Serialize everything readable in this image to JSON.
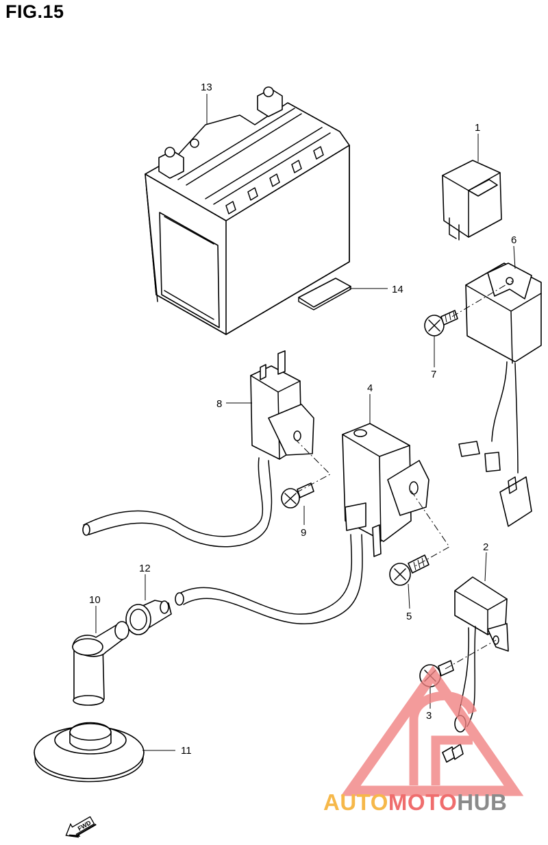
{
  "figure": {
    "title": "FIG.15"
  },
  "callouts": [
    {
      "number": "1"
    },
    {
      "number": "2"
    },
    {
      "number": "3"
    },
    {
      "number": "4"
    },
    {
      "number": "5"
    },
    {
      "number": "6"
    },
    {
      "number": "7"
    },
    {
      "number": "8"
    },
    {
      "number": "9"
    },
    {
      "number": "10"
    },
    {
      "number": "11"
    },
    {
      "number": "12"
    },
    {
      "number": "13"
    },
    {
      "number": "14"
    }
  ],
  "direction_marker": {
    "text": "FWD",
    "icon": "forward-arrow-icon"
  },
  "watermark": {
    "logo_icon": "triangle-a-logo-icon",
    "part1": "AUTO",
    "part2": "MOTO",
    "part3": "HUB",
    "colors": {
      "orange": "#f6b84a",
      "red": "#ef6d6d",
      "gray": "#8a8a8a",
      "logo": "#f08080"
    }
  }
}
